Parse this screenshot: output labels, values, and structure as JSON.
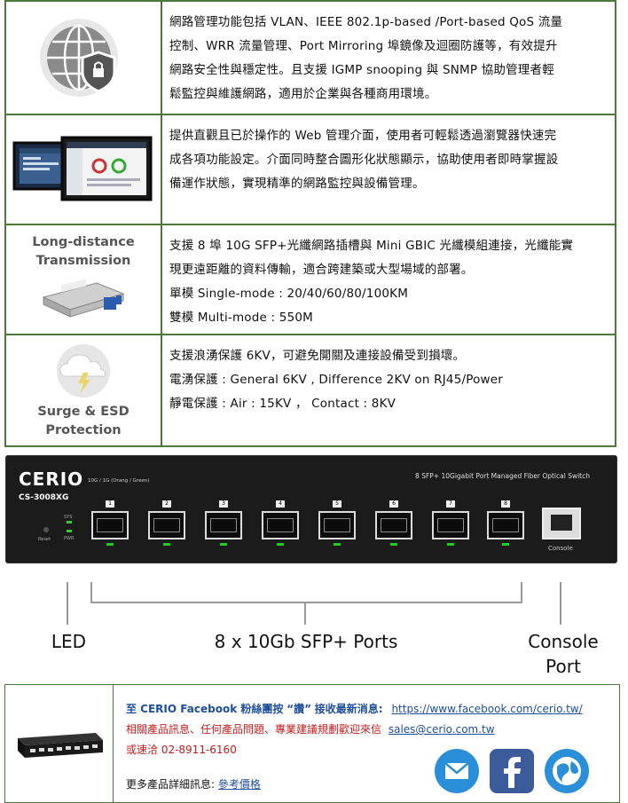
{
  "features": [
    {
      "icon": "shield-globe-icon",
      "lines": [
        "網路管理功能包括 VLAN、IEEE 802.1p-based /Port-based QoS 流量",
        "控制、WRR 流量管理、Port Mirroring 埠鏡像及迴圈防護等，有效提升",
        "網路安全性與穩定性。且支援 IGMP snooping 與 SNMP 協助管理者輕",
        "鬆監控與維護網路，適用於企業與各種商用環境。"
      ]
    },
    {
      "icon": "web-ui-monitors-icon",
      "lines": [
        "提供直觀且已於操作的 Web 管理介面，使用者可輕鬆透過瀏覽器快速完",
        "成各項功能設定。介面同時整合圖形化狀態顯示，協助使用者即時掌握設",
        "備運作狀態，實現精準的網路監控與設備管理。"
      ]
    },
    {
      "label_line1": "Long-distance",
      "label_line2": "Transmission",
      "icon": "sfp-module-icon",
      "lines": [
        "支援 8 埠 10G SFP+光纖網路插槽與 Mini GBIC 光纖模組連接，光纖能實",
        "現更遠距離的資料傳輸，適合跨建築或大型場域的部署。",
        "單模 Single-mode : 20/40/60/80/100KM",
        "雙模 Multi-mode : 550M"
      ]
    },
    {
      "label_line1": "Surge & ESD",
      "label_line2": "Protection",
      "icon": "lightning-cloud-icon",
      "lines": [
        "支援浪湧保護 6KV，可避免開關及連接設備受到損壞。",
        "電湧保護 : General 6KV , Difference 2KV on RJ45/Power",
        "靜電保護 : Air : 15KV ， Contact : 8KV"
      ]
    }
  ],
  "switch": {
    "brand": "CERIO",
    "model": "CS-3008XG",
    "speed_note": "10G / 1G (Orang / Green)",
    "title": "8 SFP+ 10Gigabit Port Managed Fiber Optical Switch",
    "sys_label": "SYS",
    "pwr_label": "PWR",
    "reset_label": "Reset",
    "ports": [
      "1",
      "2",
      "3",
      "4",
      "5",
      "6",
      "7",
      "8"
    ],
    "console_label": "Console",
    "colors": {
      "body": "#1b1b1b",
      "led": "#33cc33"
    }
  },
  "callouts": {
    "led": "LED",
    "ports": "8 x 10Gb SFP+ Ports",
    "console_line1": "Console",
    "console_line2": "Port"
  },
  "contact": {
    "fb_prefix": "至 CERIO Facebook 粉絲團按",
    "fb_quote": "“讚”",
    "fb_suffix": "接收最新消息:",
    "fb_url": "https://www.facebook.com/cerio.tw/",
    "info_text": "相關產品訊息、任何產品問題、專業建議規劃歡迎來信",
    "email": "sales@cerio.com.tw",
    "phone": "或速洽 02-8911-6160",
    "more_prefix": "更多產品詳細訊息:",
    "more_link": "參考價格"
  }
}
